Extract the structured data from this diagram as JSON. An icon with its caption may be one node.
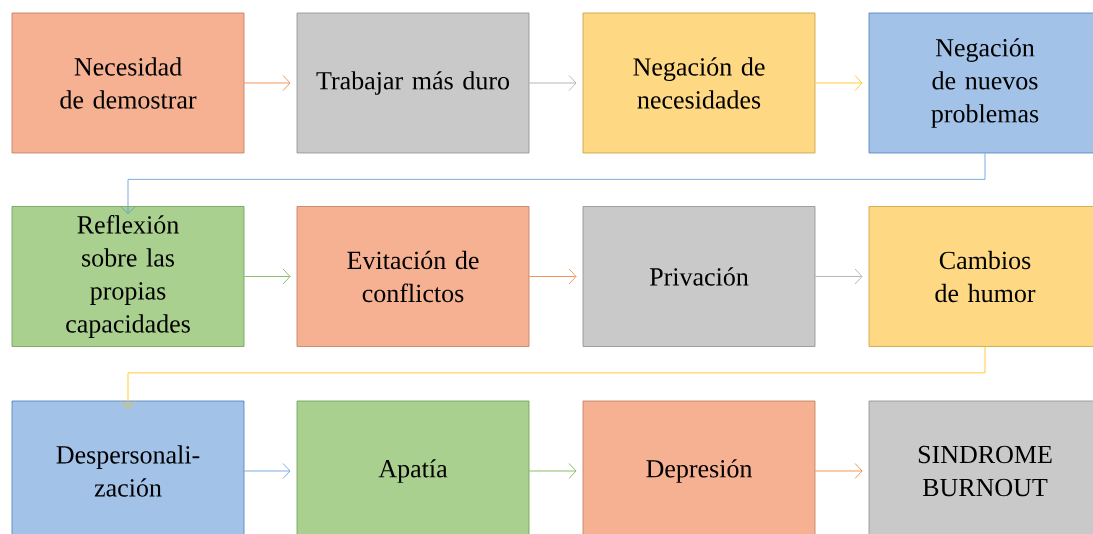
{
  "diagram": {
    "nodes": [
      {
        "text": [
          "Necesidad de demostrar"
        ]
      },
      {
        "text": [
          "Trabajar más duro"
        ]
      },
      {
        "text": [
          "Negación de necesidades"
        ]
      },
      {
        "text": [
          "Negación de nuevos problemas"
        ]
      },
      {
        "text": [
          "Reflexión sobre las propias capacidades"
        ]
      },
      {
        "text": [
          "Evitación de conflictos"
        ]
      },
      {
        "text": [
          "Privación"
        ]
      },
      {
        "text": [
          "Cambios de humor"
        ]
      },
      {
        "text": [
          "Despersonali- zación"
        ]
      },
      {
        "text": [
          "Apatía"
        ]
      },
      {
        "text": [
          "Depresión"
        ]
      },
      {
        "text": [
          "SINDROME BURNOUT"
        ]
      }
    ],
    "edges": [
      {
        "from": 0,
        "to": 1,
        "arrow": "to",
        "color": "#ed7d31"
      },
      {
        "from": 1,
        "to": 2,
        "arrow": "to",
        "color": "#a5a5a5"
      },
      {
        "from": 2,
        "to": 3,
        "arrow": "to",
        "color": "#ffc000"
      },
      {
        "from": 3,
        "to": 4,
        "arrow": "to",
        "color": "#5b9bd5"
      },
      {
        "from": 4,
        "to": 5,
        "arrow": "to",
        "color": "#70ad47"
      },
      {
        "from": 5,
        "to": 6,
        "arrow": "to",
        "color": "#ed7d31"
      },
      {
        "from": 6,
        "to": 7,
        "arrow": "to",
        "color": "#a5a5a5"
      },
      {
        "from": 7,
        "to": 8,
        "arrow": "to",
        "color": "#ffc000"
      },
      {
        "from": 8,
        "to": 9,
        "arrow": "to",
        "color": "#5b9bd5"
      },
      {
        "from": 9,
        "to": 10,
        "arrow": "to",
        "color": "#70ad47"
      },
      {
        "from": 10,
        "to": 11,
        "arrow": "to",
        "color": "#ed7d31"
      }
    ]
  }
}
